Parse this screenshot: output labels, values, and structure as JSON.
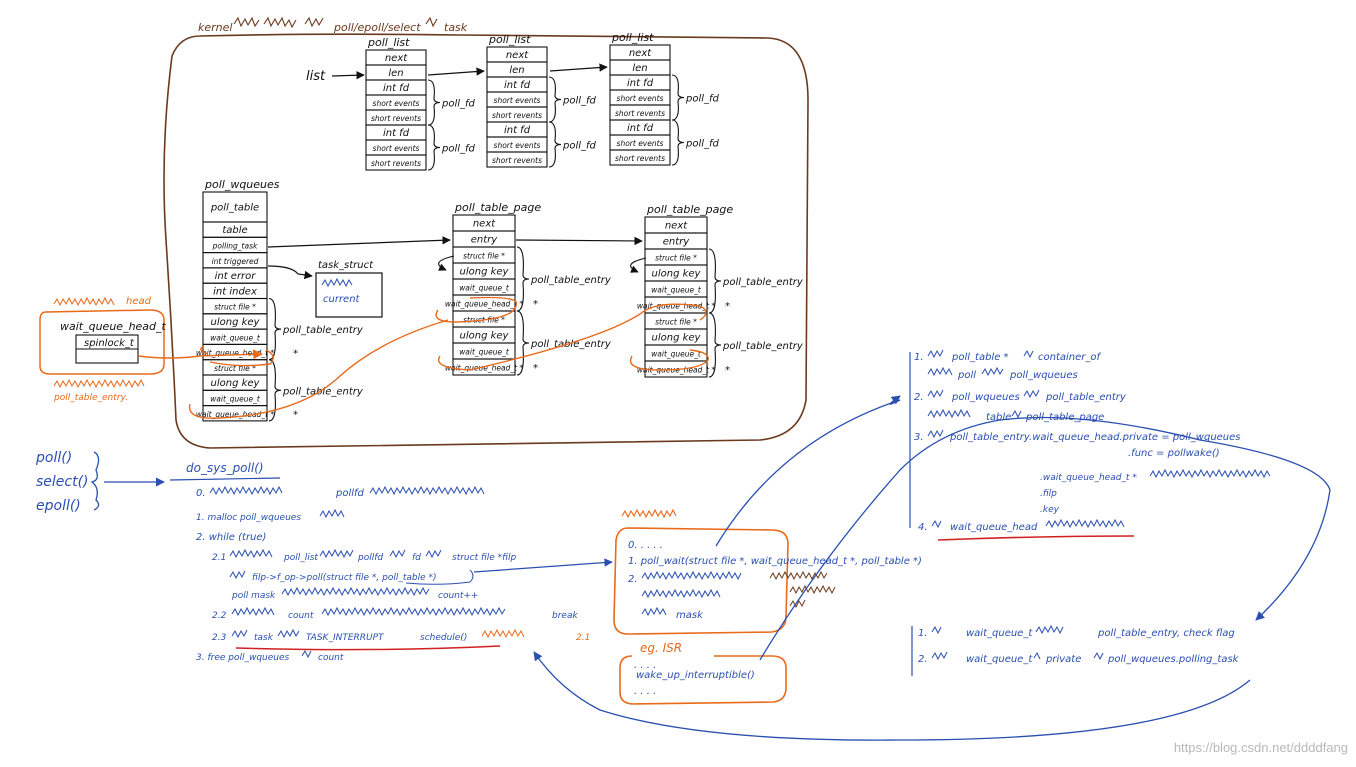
{
  "kernel": {
    "box_title": "kernel",
    "title_suffix": "poll/epoll/select",
    "title_task": "task"
  },
  "poll_list": {
    "title": "poll_list",
    "list_label": "list",
    "fields": [
      "next",
      "len",
      "int fd",
      "short events",
      "short revents",
      "int fd",
      "short events",
      "short revents"
    ],
    "pollfd_label": "poll_fd"
  },
  "poll_wqueues": {
    "title": "poll_wqueues",
    "fields": [
      "poll_table",
      "table",
      "polling_task",
      "int triggered",
      "int error",
      "int index",
      "struct file *",
      "ulong key",
      "wait_queue_t",
      "wait_queue_head_t *",
      "struct file *",
      "ulong key",
      "wait_queue_t",
      "wait_queue_head_t *"
    ],
    "entry_label": "poll_table_entry",
    "star": "*"
  },
  "task_struct": {
    "title": "task_struct",
    "line2": "current"
  },
  "poll_table_page": {
    "title": "poll_table_page",
    "fields": [
      "next",
      "entry",
      "struct file *",
      "ulong key",
      "wait_queue_t",
      "wait_queue_head_t *",
      "struct file *",
      "ulong key",
      "wait_queue_t",
      "wait_queue_head_t *"
    ],
    "entry_label": "poll_table_entry",
    "star": "*"
  },
  "driver": {
    "title": "head",
    "head_type": "wait_queue_head_t",
    "lock": "spinlock_t",
    "note_tail": "poll_table_entry."
  },
  "syscalls": {
    "items": [
      "poll()",
      "select()",
      "epoll()"
    ],
    "do_sys_poll": "do_sys_poll()"
  },
  "steps": {
    "s0": "0.",
    "s0_tail": "pollfd",
    "s1": "1. malloc poll_wqueues",
    "s2": "2. while (true)",
    "s21a": "2.1",
    "s21b": "poll_list",
    "s21c": "pollfd",
    "s21d": "fd",
    "s21e": "struct file *filp",
    "s21f": "filp->f_op->poll(struct file *, poll_table *)",
    "s21g": "poll mask",
    "s21h": "count++",
    "s22a": "2.2",
    "s22b": "count",
    "s22c": "break",
    "s23a": "2.3",
    "s23b": "task",
    "s23c": "TASK_INTERRUPT",
    "s23d": "schedule()",
    "s23e": "2.1",
    "s3": "3. free poll_wqueues",
    "s3_tail": "count"
  },
  "poll_impl": {
    "s0": "0. . . . .",
    "s1": "1. poll_wait(struct file *, wait_queue_head_t *, poll_table *)",
    "s2": "2.",
    "s2b": "mask"
  },
  "isr": {
    "title": "eg. ISR",
    "dots1": ". . . .",
    "call": "wake_up_interruptible()",
    "dots2": ". . . ."
  },
  "right_top": {
    "l1a": "1.",
    "l1b": "poll_table *",
    "l1c": "container_of",
    "l1d": "poll",
    "l1e": "poll_wqueues",
    "l2a": "2.",
    "l2b": "poll_wqueues",
    "l2c": "poll_table_entry",
    "l2d": "table",
    "l2e": "poll_table_page",
    "l3a": "3.",
    "l3b": "poll_table_entry.wait_queue_head.private = poll_wqueues",
    "l3c": ".func = pollwake()",
    "l3d": ".wait_queue_head_t *",
    "l3e": ".filp",
    "l3f": ".key",
    "l4a": "4.",
    "l4b": "wait_queue_head"
  },
  "right_bottom": {
    "l1a": "1.",
    "l1b": "wait_queue_t",
    "l1c": "poll_table_entry, check flag",
    "l2a": "2.",
    "l2b": "wait_queue_t",
    "l2c": "private",
    "l2d": "poll_wqueues.polling_task"
  },
  "watermark": "https://blog.csdn.net/ddddfang",
  "colors": {
    "ink": "#111111",
    "blue": "#2a4fb0",
    "orange": "#e86a1a",
    "brown": "#6b3a1e",
    "red": "#d22020"
  }
}
